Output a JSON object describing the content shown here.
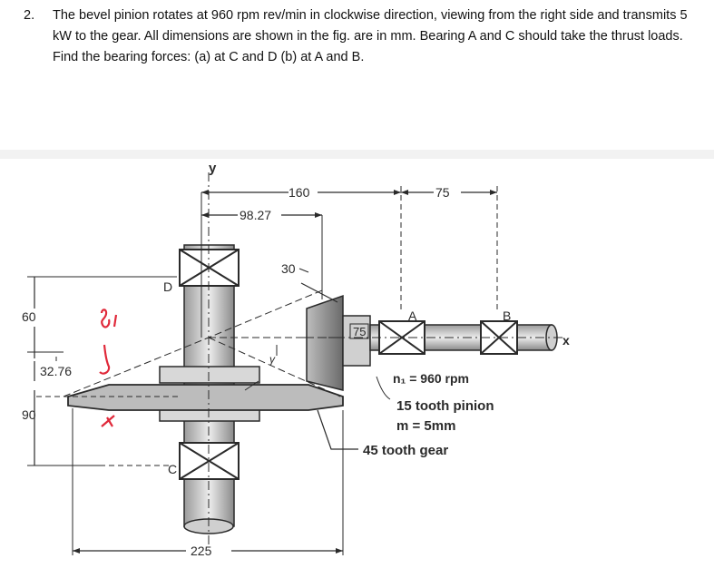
{
  "problem": {
    "number": "2.",
    "text": "The bevel pinion rotates at 960 rpm rev/min in clockwise direction, viewing from the right side and transmits 5 kW to the gear. All dimensions are shown in the fig. are in mm. Bearing A and C should take the thrust loads. Find the bearing forces: (a) at C and D (b) at A and B."
  },
  "figure": {
    "axis_y": "y",
    "axis_x": "x",
    "dim_160": "160",
    "dim_75_top": "75",
    "dim_98_27": "98.27",
    "dim_30": "30",
    "dim_60": "60",
    "dim_32_76": "32.76",
    "dim_90": "90",
    "dim_225": "225",
    "dim_75_box": "75",
    "label_d": "D",
    "label_c": "C",
    "label_a": "A",
    "label_b": "B",
    "gamma": "γ",
    "speed": "n₁ = 960 rpm",
    "pinion": "15 tooth pinion",
    "module": "m = 5mm",
    "gear": "45 tooth gear"
  },
  "colors": {
    "ink": "#2a2a2a",
    "annotation": "#e0293a",
    "photo_bg": "#ffffff"
  }
}
